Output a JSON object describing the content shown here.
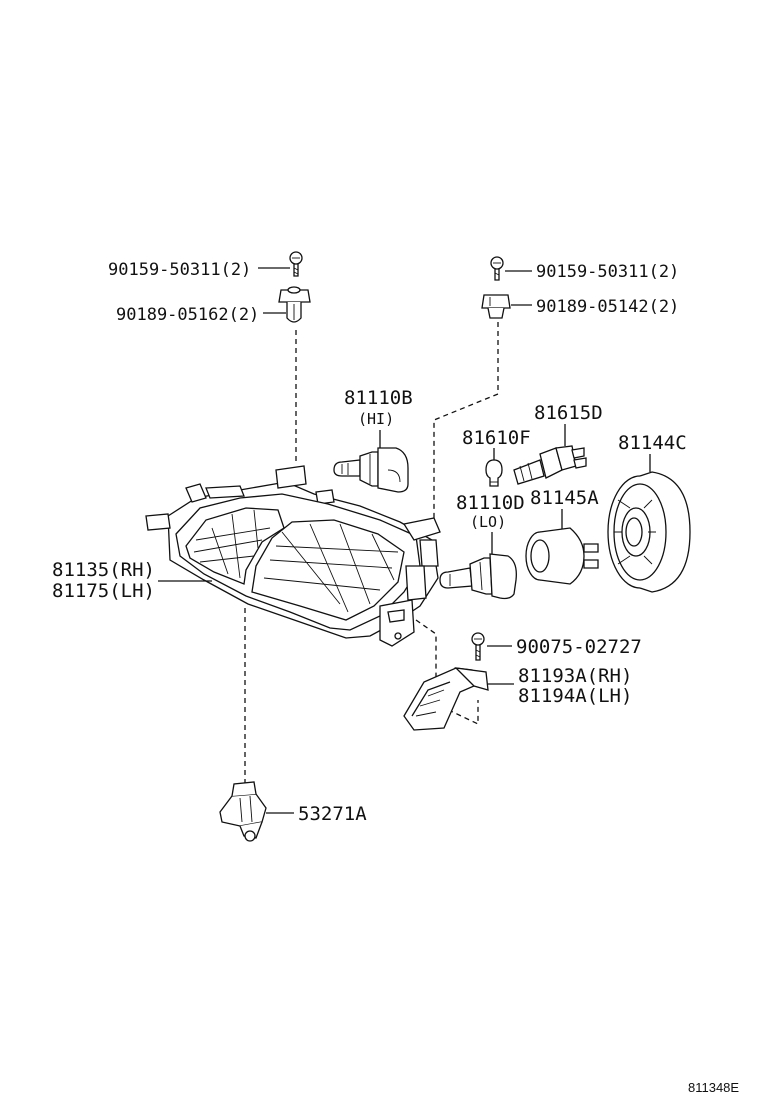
{
  "labels": {
    "screw_left": "90159-50311(2)",
    "nut_left": "90189-05162(2)",
    "screw_right": "90159-50311(2)",
    "nut_right": "90189-05142(2)",
    "bulb_hi": "81110B",
    "bulb_hi_sub": "(HI)",
    "bulb_small": "81610F",
    "socket": "81615D",
    "cover": "81144C",
    "bulb_lo": "81110D",
    "bulb_lo_sub": "(LO)",
    "cap": "81145A",
    "headlamp_rh": "81135(RH)",
    "headlamp_lh": "81175(LH)",
    "bolt": "90075-02727",
    "bracket_rh": "81193A(RH)",
    "bracket_lh": "81194A(LH)",
    "clip": "53271A"
  },
  "diagram_code": "811348E"
}
